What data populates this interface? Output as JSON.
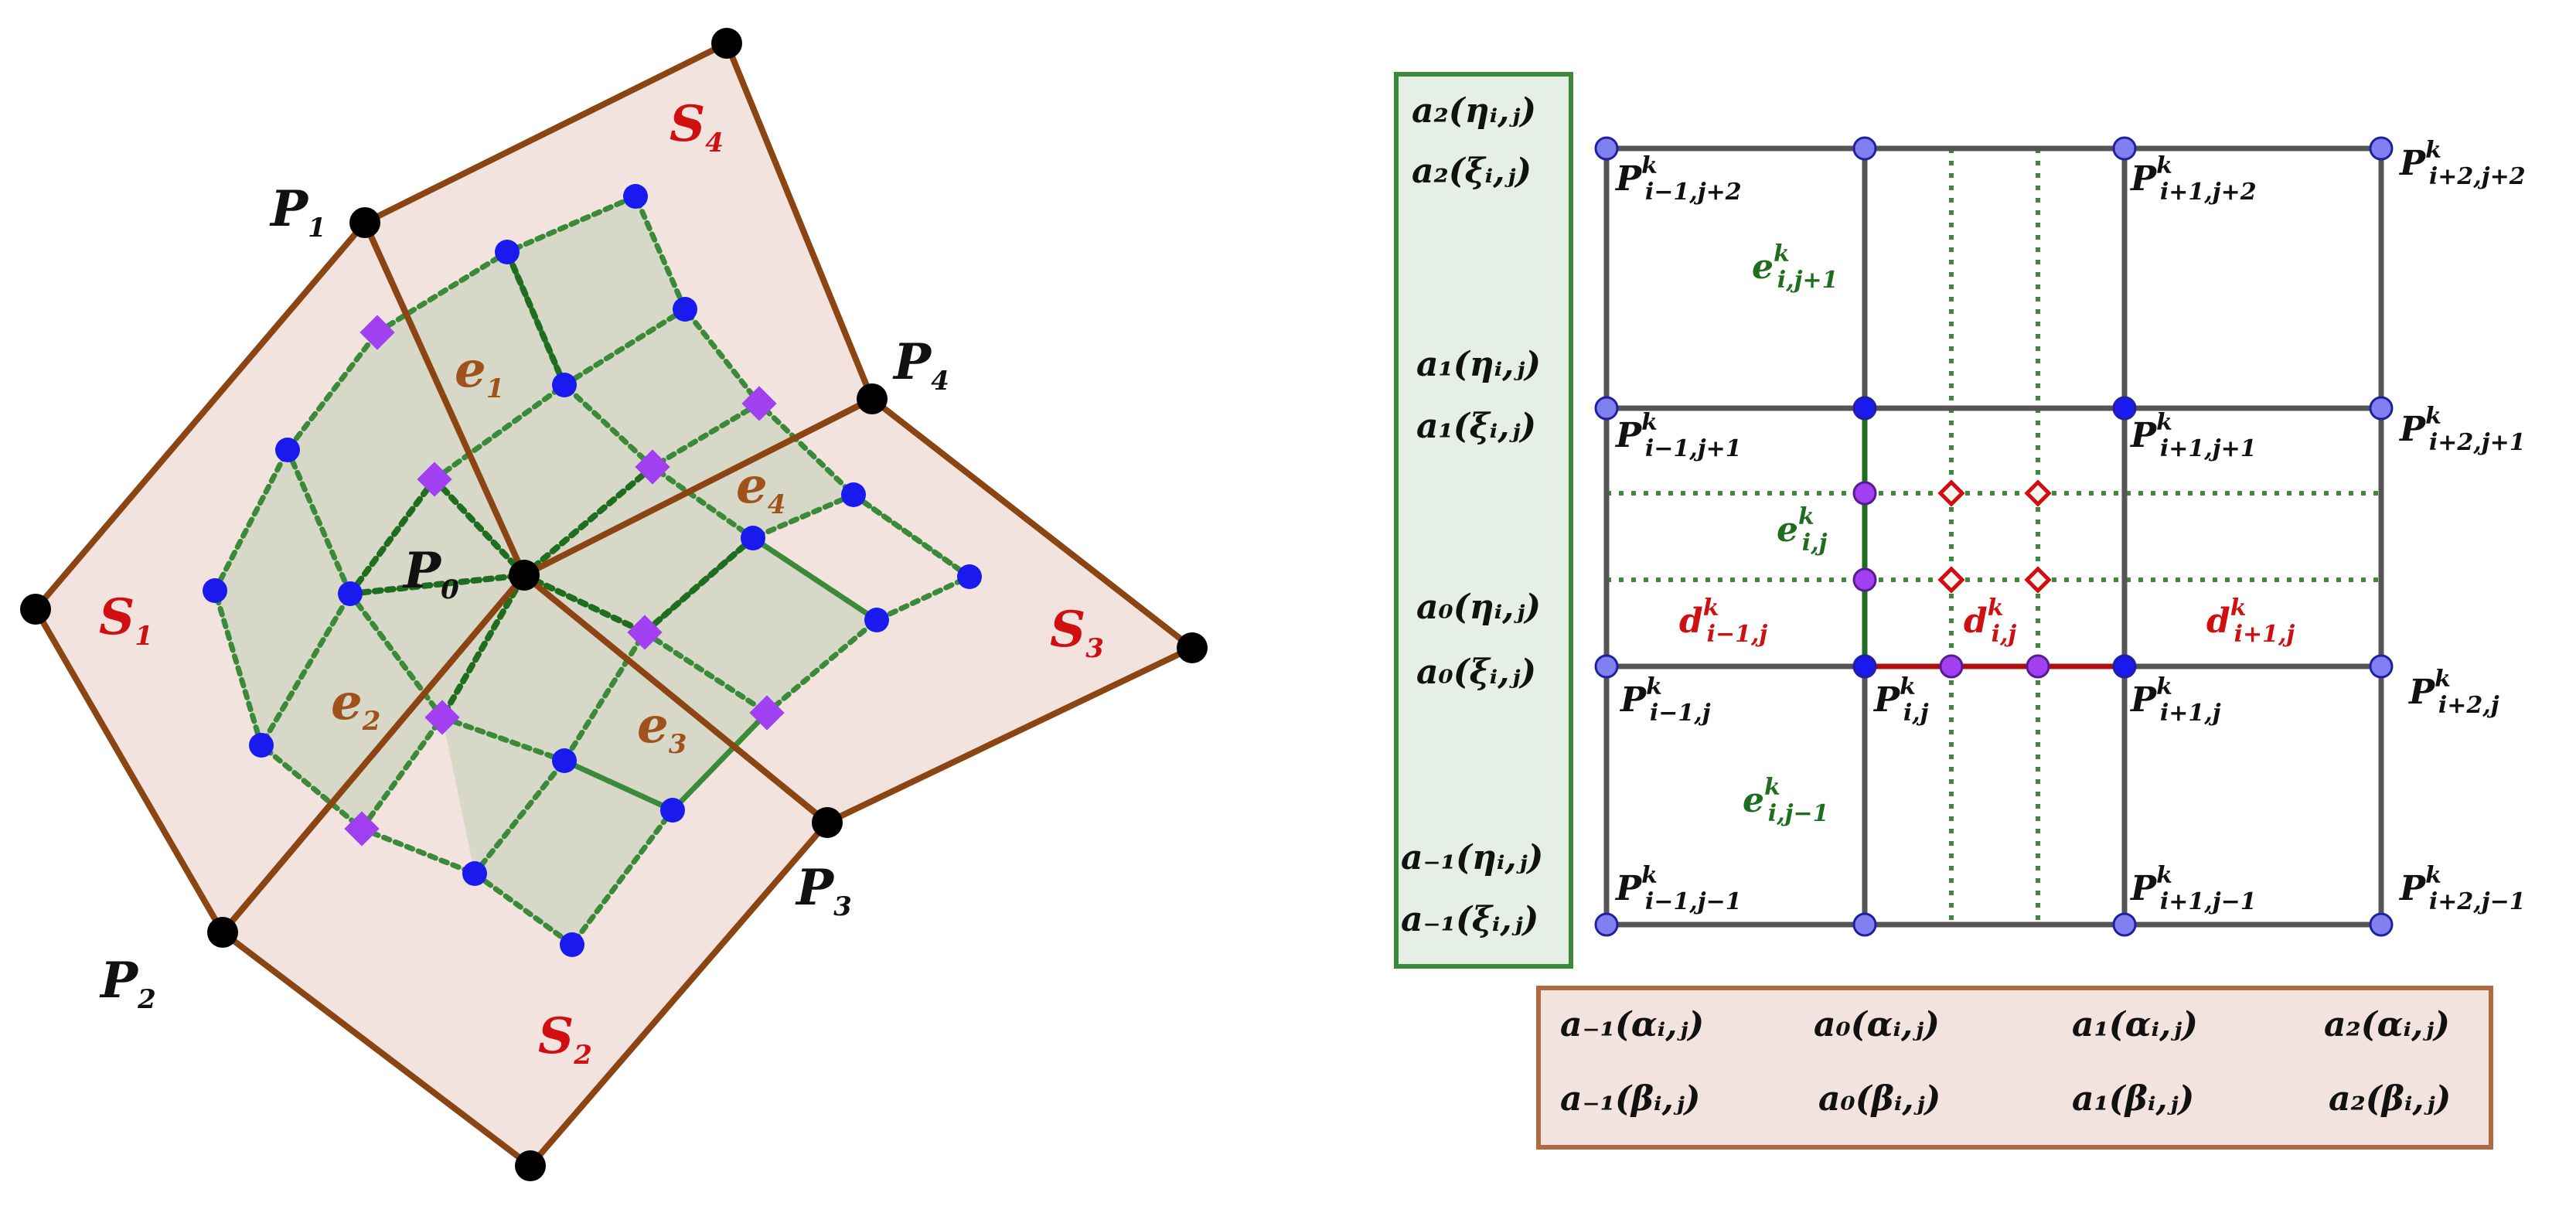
{
  "left_panel": {
    "points": [
      {
        "key": "p0",
        "base": "P",
        "sub": "0"
      },
      {
        "key": "p1",
        "base": "P",
        "sub": "1"
      },
      {
        "key": "p2",
        "base": "P",
        "sub": "2"
      },
      {
        "key": "p3",
        "base": "P",
        "sub": "3"
      },
      {
        "key": "p4",
        "base": "P",
        "sub": "4"
      }
    ],
    "patches": [
      {
        "key": "s1",
        "base": "S",
        "sub": "1"
      },
      {
        "key": "s2",
        "base": "S",
        "sub": "2"
      },
      {
        "key": "s3",
        "base": "S",
        "sub": "3"
      },
      {
        "key": "s4",
        "base": "S",
        "sub": "4"
      }
    ],
    "edges": [
      {
        "key": "e1",
        "base": "e",
        "sub": "1"
      },
      {
        "key": "e2",
        "base": "e",
        "sub": "2"
      },
      {
        "key": "e3",
        "base": "e",
        "sub": "3"
      },
      {
        "key": "e4",
        "base": "e",
        "sub": "4"
      }
    ]
  },
  "right_panel": {
    "grid_points": [
      {
        "key": "i-1,j+2",
        "base": "P",
        "sub": "i−1,j+2",
        "sup": "k"
      },
      {
        "key": "i+1,j+2",
        "base": "P",
        "sub": "i+1,j+2",
        "sup": "k"
      },
      {
        "key": "i+2,j+2",
        "base": "P",
        "sub": "i+2,j+2",
        "sup": "k"
      },
      {
        "key": "i-1,j+1",
        "base": "P",
        "sub": "i−1,j+1",
        "sup": "k"
      },
      {
        "key": "i+1,j+1",
        "base": "P",
        "sub": "i+1,j+1",
        "sup": "k"
      },
      {
        "key": "i+2,j+1",
        "base": "P",
        "sub": "i+2,j+1",
        "sup": "k"
      },
      {
        "key": "i-1,j",
        "base": "P",
        "sub": "i−1,j",
        "sup": "k"
      },
      {
        "key": "i,j",
        "base": "P",
        "sub": "i,j",
        "sup": "k"
      },
      {
        "key": "i+1,j",
        "base": "P",
        "sub": "i+1,j",
        "sup": "k"
      },
      {
        "key": "i+2,j",
        "base": "P",
        "sub": "i+2,j",
        "sup": "k"
      },
      {
        "key": "i-1,j-1",
        "base": "P",
        "sub": "i−1,j−1",
        "sup": "k"
      },
      {
        "key": "i+1,j-1",
        "base": "P",
        "sub": "i+1,j−1",
        "sup": "k"
      },
      {
        "key": "i+2,j-1",
        "base": "P",
        "sub": "i+2,j−1",
        "sup": "k"
      }
    ],
    "vertical_edges": [
      {
        "key": "e_i_j+1",
        "base": "e",
        "sub": "i,j+1",
        "sup": "k"
      },
      {
        "key": "e_i_j",
        "base": "e",
        "sub": "i,j",
        "sup": "k"
      },
      {
        "key": "e_i_j-1",
        "base": "e",
        "sub": "i,j−1",
        "sup": "k"
      }
    ],
    "horizontal_edges": [
      {
        "key": "d_i-1_j",
        "base": "d",
        "sub": "i−1,j",
        "sup": "k"
      },
      {
        "key": "d_i_j",
        "base": "d",
        "sub": "i,j",
        "sup": "k"
      },
      {
        "key": "d_i+1_j",
        "base": "d",
        "sub": "i+1,j",
        "sup": "k"
      }
    ],
    "vertical_weights": [
      "a₂(ηᵢ,ⱼ)",
      "a₂(ξᵢ,ⱼ)",
      "a₁(ηᵢ,ⱼ)",
      "a₁(ξᵢ,ⱼ)",
      "a₀(ηᵢ,ⱼ)",
      "a₀(ξᵢ,ⱼ)",
      "a₋₁(ηᵢ,ⱼ)",
      "a₋₁(ξᵢ,ⱼ)"
    ],
    "horizontal_weights": {
      "row1": [
        "a₋₁(αᵢ,ⱼ)",
        "a₀(αᵢ,ⱼ)",
        "a₁(αᵢ,ⱼ)",
        "a₂(αᵢ,ⱼ)"
      ],
      "row2": [
        "a₋₁(βᵢ,ⱼ)",
        "a₀(βᵢ,ⱼ)",
        "a₁(βᵢ,ⱼ)",
        "a₂(βᵢ,ⱼ)"
      ]
    }
  },
  "colors": {
    "patch_fill": "#f3e3de",
    "patch_stroke": "#8b4513",
    "inner_fill": "#d8d8c8",
    "green_dotted": "#3a8a3a",
    "dark_green": "#1f6e1f",
    "blue_point": "#1a1aee",
    "purple_point": "#a040f0",
    "red_label": "#d01010",
    "brown_label": "#a0521d",
    "grid_line": "#555555",
    "left_box_fill": "#e6efe6",
    "left_box_stroke": "#3a8a3a",
    "bottom_box_fill": "#f3e3de",
    "bottom_box_stroke": "#b06a40"
  }
}
